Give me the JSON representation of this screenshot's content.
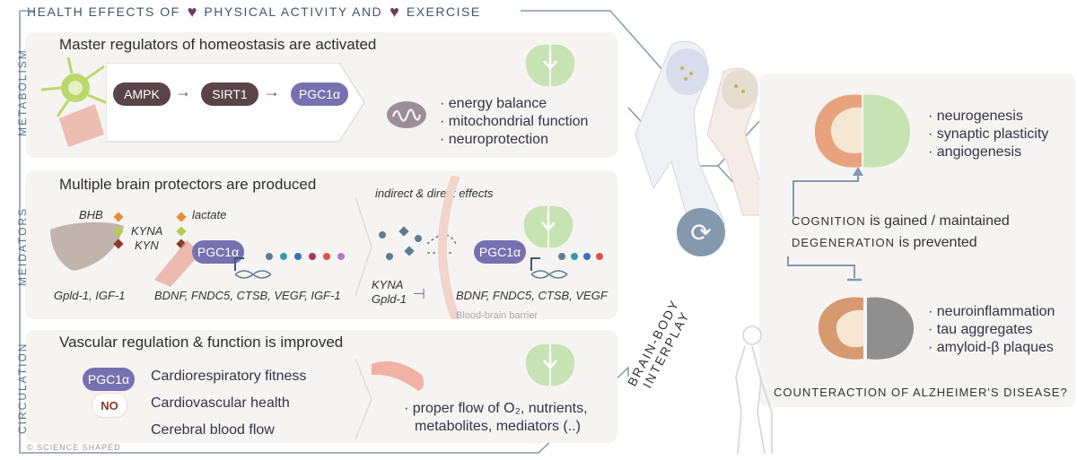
{
  "header": {
    "part1": "HEALTH EFFECTS OF",
    "part2": "PHYSICAL ACTIVITY AND",
    "part3": "EXERCISE"
  },
  "metabolism": {
    "side_label": "METABOLISM",
    "title": "Master regulators of homeostasis are activated",
    "pathway": [
      "AMPK",
      "SIRT1",
      "PGC1α"
    ],
    "bullets": [
      "· energy balance",
      "· mitochondrial function",
      "· neuroprotection"
    ]
  },
  "mediators": {
    "side_label": "MEIDATORS",
    "title": "Multiple brain protectors are produced",
    "liver_labels": [
      "BHB",
      "KYNA",
      "KYN",
      "lactate"
    ],
    "liver_bottom": "Gpld-1, IGF-1",
    "muscle_pill": "PGC1α",
    "muscle_bottom": "BDNF, FNDC5, CTSB, VEGF, IGF-1",
    "effects_label": "indirect & direct effects",
    "brain_pill": "PGC1α",
    "kyna": "KYNA",
    "gpld": "Gpld-1",
    "brain_bottom": "BDNF, FNDC5, CTSB, VEGF",
    "bbb": "Blood-brain barrier"
  },
  "circulation": {
    "side_label": "CIRCULATION",
    "title": "Vascular regulation & function is improved",
    "pill": "PGC1α",
    "no_badge": "NO",
    "items": [
      "Cardiorespiratory fitness",
      "Cardiovascular health",
      "Cerebral blood flow"
    ],
    "bullet_line1": "· proper flow of O₂, nutrients,",
    "bullet_line2": "metabolites, mediators (..)"
  },
  "right": {
    "interplay": "BRAIN-BODY INTERPLAY",
    "positive": [
      "· neurogenesis",
      "· synaptic plasticity",
      "· angiogenesis"
    ],
    "cognition_word": "COGNITION",
    "cognition_rest": "is gained / maintained",
    "degeneration_word": "DEGENERATION",
    "degeneration_rest": "is prevented",
    "negative": [
      "· neuroinflammation",
      "· tau aggregates",
      "· amyloid-β plaques"
    ],
    "question": "COUNTERACTION OF ALZHEIMER'S DISEASE?"
  },
  "credit": "© SCIENCE SHAPED",
  "colors": {
    "panel_bg": "#f6f4f2",
    "dark_pill": "#5a4349",
    "purple_pill": "#7771b0",
    "brain_green": "#c7e3b3",
    "heart": "#6a3c5c",
    "frame_line": "#8499ad"
  }
}
